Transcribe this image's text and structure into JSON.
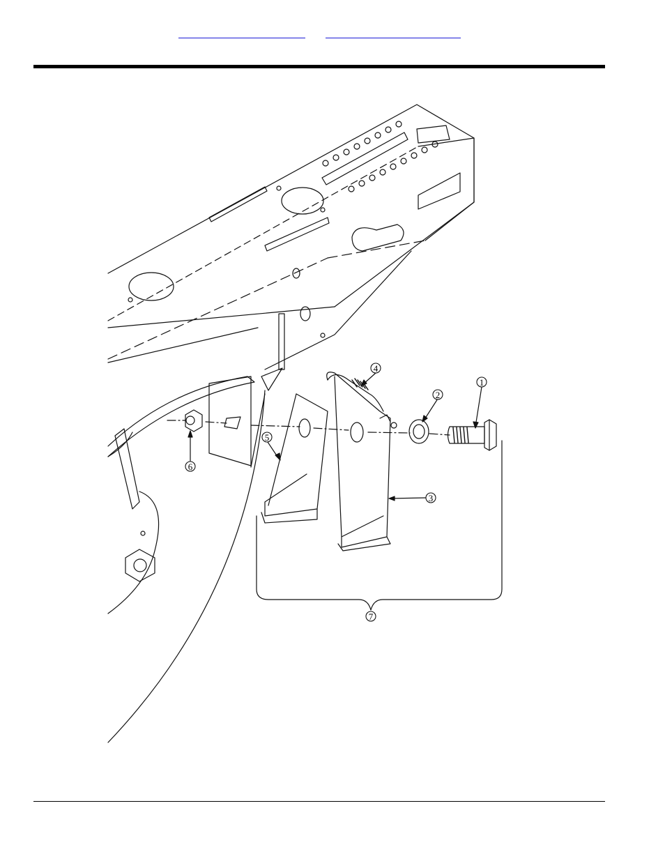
{
  "header": {
    "links": [
      "",
      ""
    ]
  },
  "callouts": [
    {
      "id": "1",
      "label": "1"
    },
    {
      "id": "2",
      "label": "2"
    },
    {
      "id": "3",
      "label": "3"
    },
    {
      "id": "4",
      "label": "4"
    },
    {
      "id": "5",
      "label": "5"
    },
    {
      "id": "6",
      "label": "6"
    },
    {
      "id": "7",
      "label": "7"
    }
  ]
}
